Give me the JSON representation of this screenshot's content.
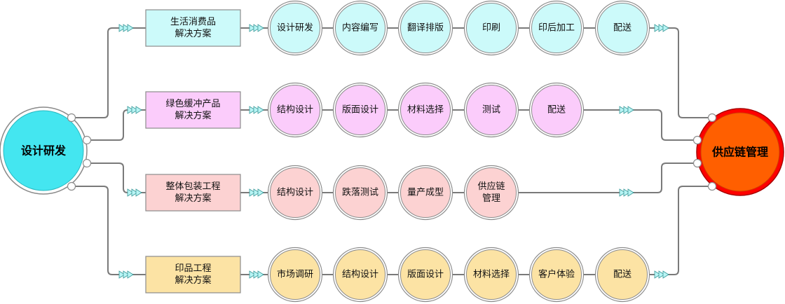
{
  "colors": {
    "connector": "#7a7a7a",
    "arrow_fill": "#b8f4f4",
    "left_hub_fill": "#44e6f0",
    "left_hub_ring": "#8a8a8a",
    "right_hub_fill": "#ff5f00",
    "right_hub_ring": "#ff0000",
    "outline": "#8c8c8c"
  },
  "left_hub": {
    "label": "设计研发"
  },
  "right_hub": {
    "label": "供应链管理"
  },
  "rows": [
    {
      "solution": [
        "生活消费品",
        "解决方案"
      ],
      "fill": "#ccfafa",
      "steps": [
        [
          "设计研发"
        ],
        [
          "内容编写"
        ],
        [
          "翻译排版"
        ],
        [
          "印刷"
        ],
        [
          "印后加工"
        ],
        [
          "配送"
        ]
      ]
    },
    {
      "solution": [
        "绿色缓冲产品",
        "解决方案"
      ],
      "fill": "#fbccfb",
      "steps": [
        [
          "结构设计"
        ],
        [
          "版面设计"
        ],
        [
          "材料选择"
        ],
        [
          "测试"
        ],
        [
          "配送"
        ]
      ]
    },
    {
      "solution": [
        "整体包装工程",
        "解决方案"
      ],
      "fill": "#fcd2d2",
      "steps": [
        [
          "结构设计"
        ],
        [
          "跌落测试"
        ],
        [
          "量产成型"
        ],
        [
          "供应链",
          "管理"
        ]
      ]
    },
    {
      "solution": [
        "印品工程",
        "解决方案"
      ],
      "fill": "#fce3a4",
      "steps": [
        [
          "市场调研"
        ],
        [
          "结构设计"
        ],
        [
          "版面设计"
        ],
        [
          "材料选择"
        ],
        [
          "客户体验"
        ],
        [
          "配送"
        ]
      ]
    }
  ]
}
